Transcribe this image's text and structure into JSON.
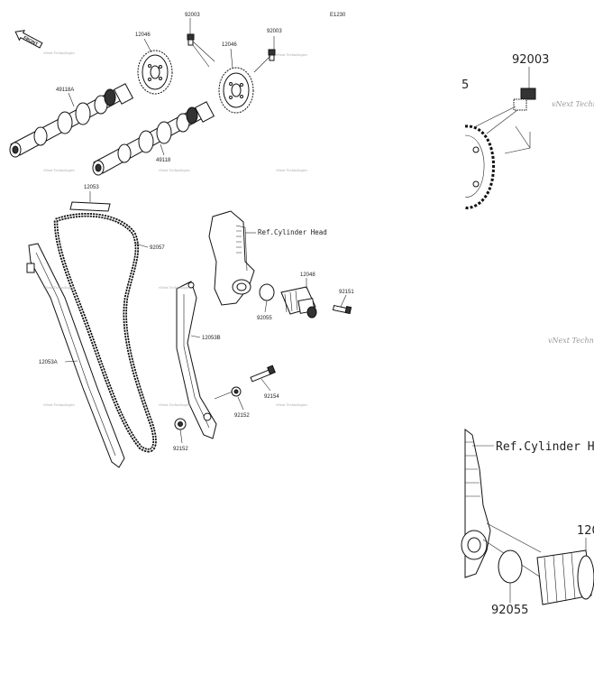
{
  "diagram_code": "E1230",
  "front_arrow_label": "FRONT",
  "watermark_text": "vNext Technologies",
  "ref_label": "Ref.Cylinder Head",
  "ref_label_zoom": "Ref.Cylinder H",
  "parts": {
    "p92003a": "92003",
    "p92003b": "92003",
    "p12046a": "12046",
    "p12046b": "12046",
    "p49118a": "49118A",
    "p49118": "49118",
    "p12053": "12053",
    "p92057": "92057",
    "p12048": "12048",
    "p92151": "92151",
    "p92055": "92055",
    "p12053b": "12053B",
    "p12053a": "12053A",
    "p92154": "92154",
    "p92152a": "92152",
    "p92152b": "92152"
  },
  "zoom": {
    "p92003": "92003",
    "p92055": "92055",
    "p12048_partial": "120",
    "edge_char": "5"
  }
}
